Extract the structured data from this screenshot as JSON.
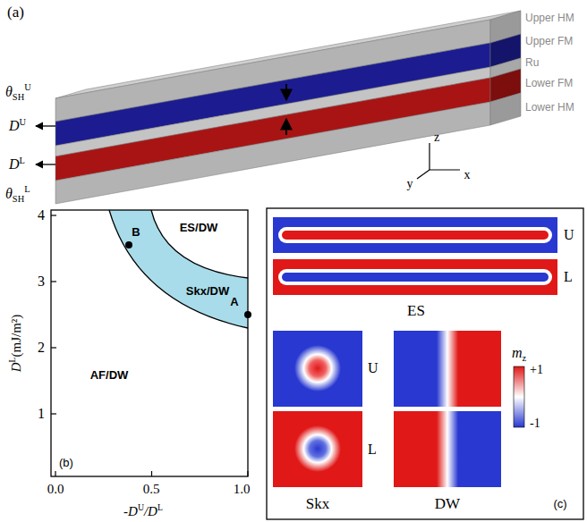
{
  "diagram": {
    "labels": [
      "(a)",
      "Upper HM",
      "Upper FM",
      "Ru",
      "Lower FM",
      "Lower HM",
      "θ",
      "SH",
      "U",
      "D",
      "U",
      "D",
      "L",
      "θ",
      "SH",
      "L",
      "z",
      "y",
      "x",
      "4",
      "3",
      "2",
      "1",
      "D",
      "L",
      "(mJ/m²)",
      "ES/DW",
      "Skx/DW",
      "AF/DW",
      "B",
      "A",
      "(b)",
      "0.0",
      "0.5",
      "1.0",
      "-D",
      "U",
      "/D",
      "L",
      "U",
      "L",
      "ES",
      "U",
      "L",
      "m",
      "z",
      "+1",
      "-1",
      "Skx",
      "DW",
      "(c)"
    ]
  }
}
